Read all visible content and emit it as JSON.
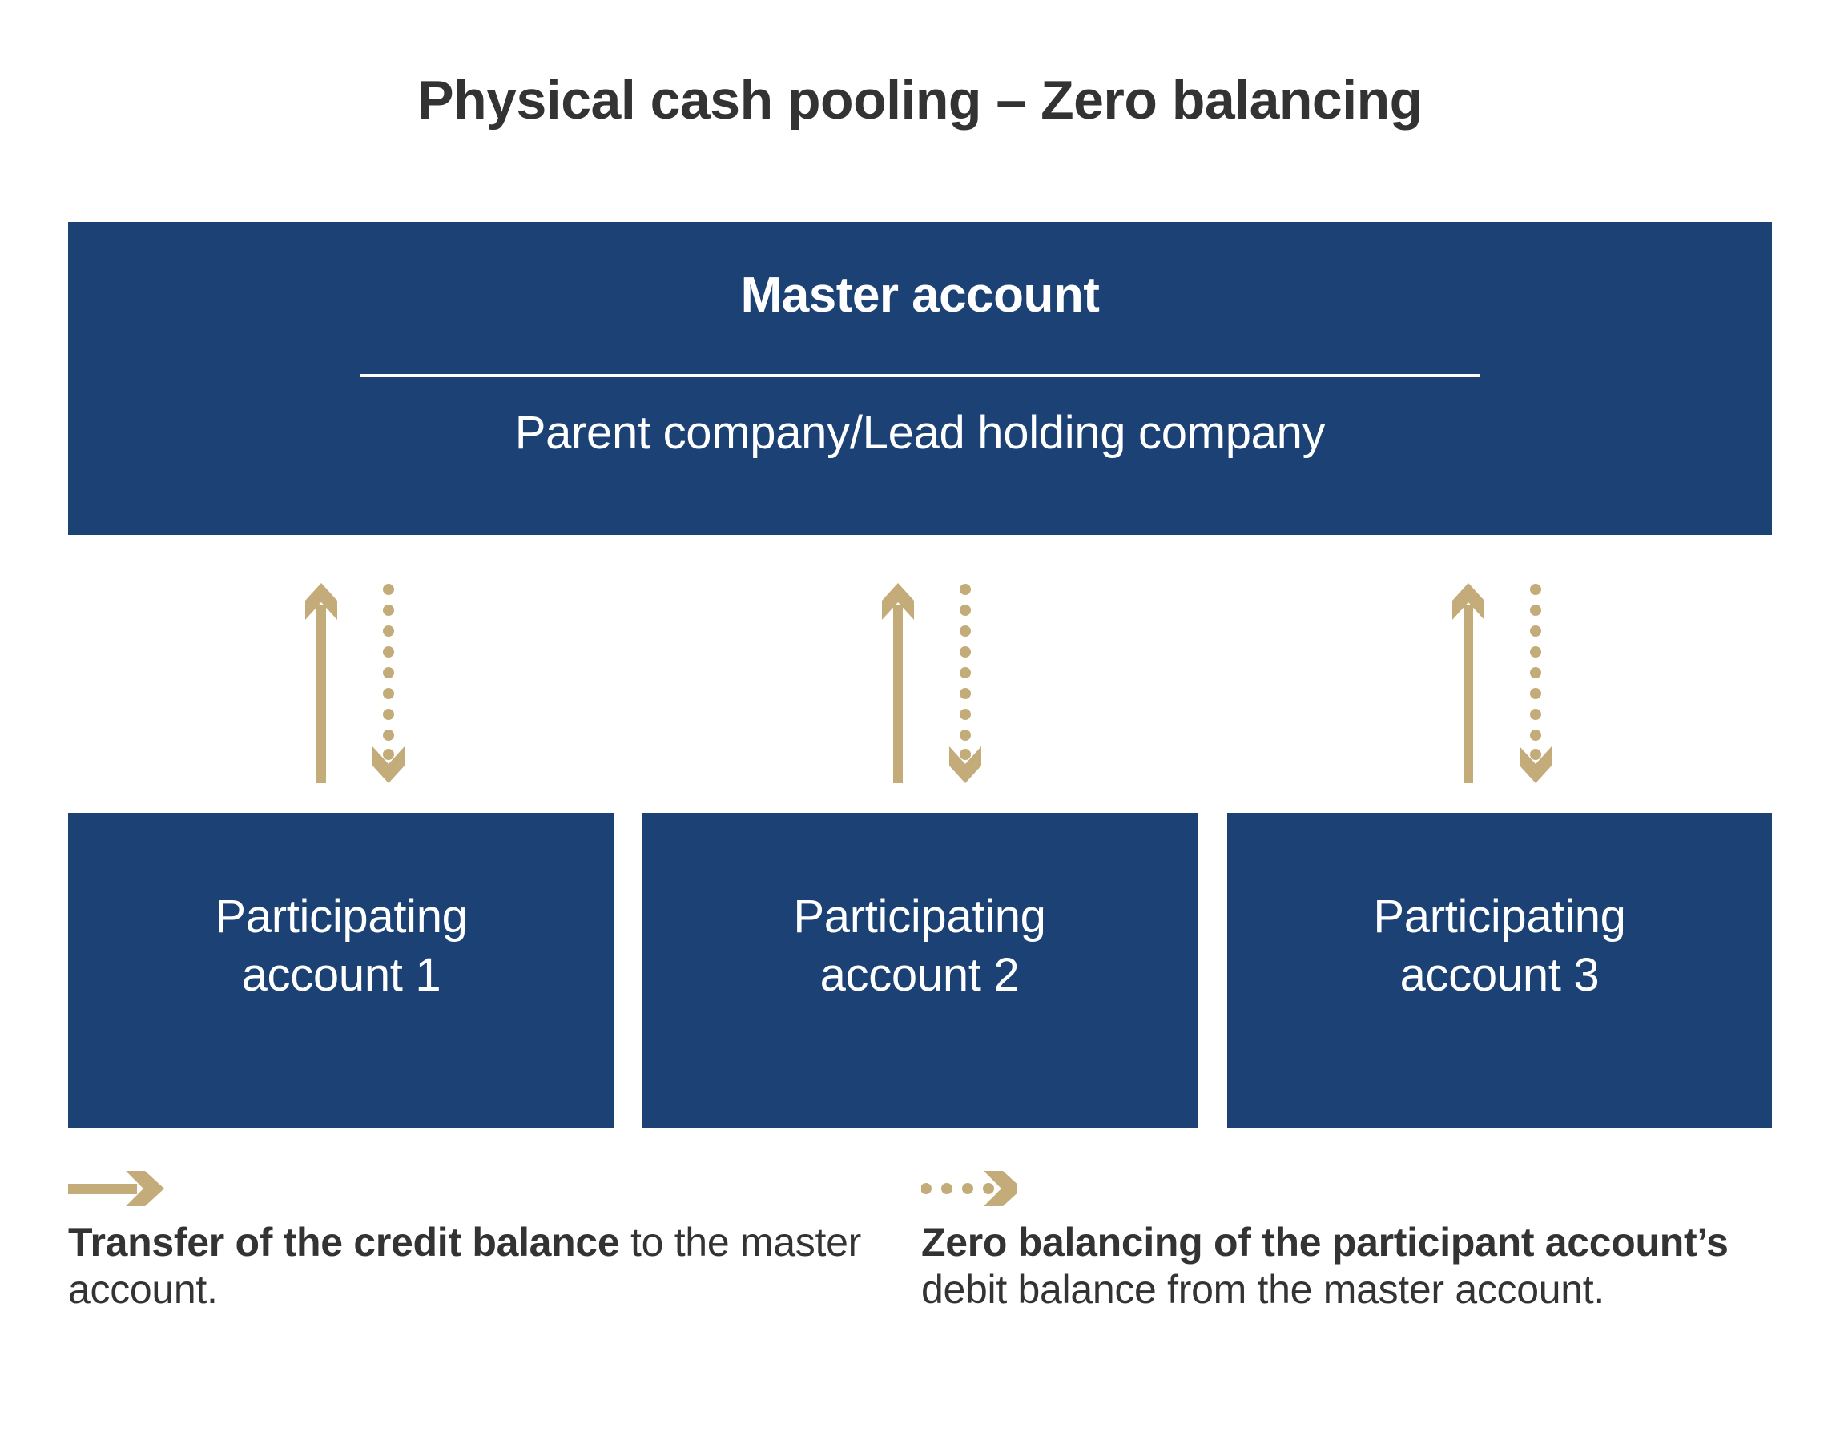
{
  "title": "Physical cash pooling – Zero balancing",
  "colors": {
    "box_blue": "#1b4175",
    "arrow_gold": "#c3ac79",
    "text_dark": "#333333",
    "text_light": "#ffffff",
    "background": "#ffffff"
  },
  "master_account": {
    "title": "Master account",
    "subtitle": "Parent company/Lead holding company"
  },
  "participating_accounts": [
    {
      "line1": "Participating",
      "line2": "account 1"
    },
    {
      "line1": "Participating",
      "line2": "account 2"
    },
    {
      "line1": "Participating",
      "line2": "account 3"
    }
  ],
  "flows": [
    {
      "icon": "arrow-up-solid-icon",
      "direction": "up",
      "style": "solid",
      "meaning": "Transfer of the credit balance to the master account."
    },
    {
      "icon": "arrow-down-dotted-icon",
      "direction": "down",
      "style": "dotted",
      "meaning": "Zero balancing of the participant account's debit balance from the master account."
    }
  ],
  "legend": {
    "left": {
      "icon": "arrow-right-solid-icon",
      "bold_text": "Transfer of the credit balance",
      "light_text": " to the master account."
    },
    "right": {
      "icon": "arrow-right-dotted-icon",
      "bold_text": "Zero balancing of the participant account’s",
      "light_text": " debit balance from the master account."
    }
  }
}
